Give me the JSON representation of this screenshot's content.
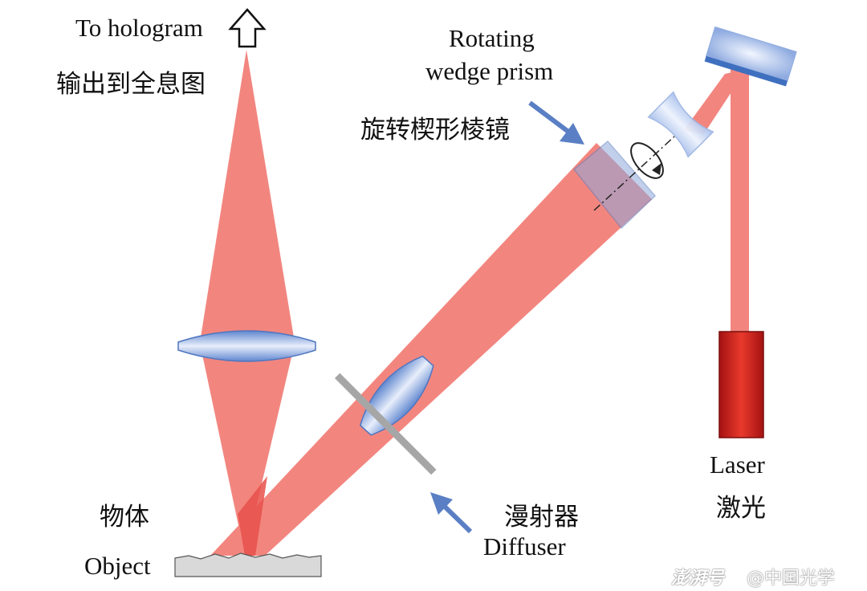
{
  "labels": {
    "to_hologram_en": "To hologram",
    "to_hologram_cn": "输出到全息图",
    "prism_en_line1": "Rotating",
    "prism_en_line2": "wedge prism",
    "prism_cn": "旋转楔形棱镜",
    "laser_en": "Laser",
    "laser_cn": "激光",
    "object_en": "Object",
    "object_cn": "物体",
    "diffuser_en": "Diffuser",
    "diffuser_cn": "漫射器"
  },
  "watermark": {
    "source": "澎湃号",
    "account": "@中国光学"
  },
  "colors": {
    "beam": "#f2867f",
    "beam_dark": "#e8504a",
    "lens_blue": "#7f9fd8",
    "arrow_blue": "#5a7fc4",
    "laser_red": "#d42020",
    "diffuser_gray": "#a6a6a6",
    "object_gray": "#d9d9d9"
  }
}
